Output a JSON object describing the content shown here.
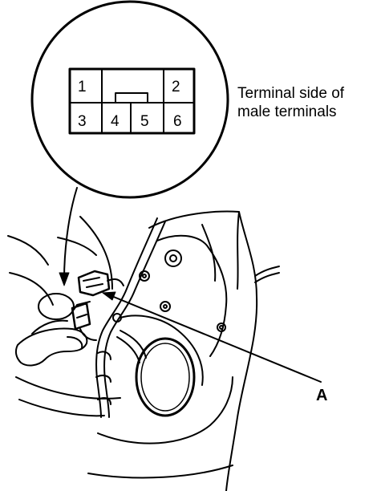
{
  "connector": {
    "pins": [
      "1",
      "2",
      "3",
      "4",
      "5",
      "6"
    ]
  },
  "caption": {
    "line1": "Terminal side of",
    "line2": "male terminals"
  },
  "callout": {
    "label": "A"
  }
}
